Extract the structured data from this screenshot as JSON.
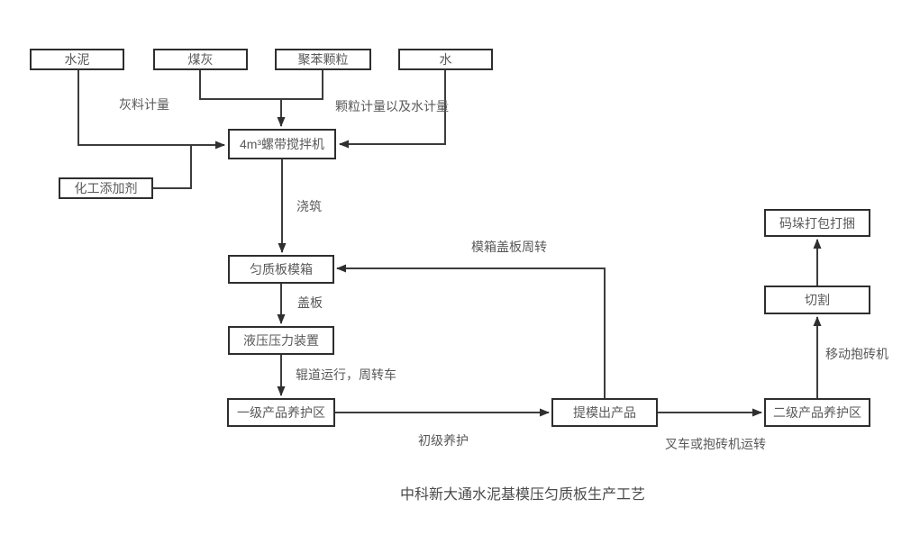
{
  "diagram": {
    "title": "中科新大通水泥基模压匀质板生产工艺",
    "nodes": [
      {
        "id": "cement",
        "label": "水泥"
      },
      {
        "id": "coal-ash",
        "label": "煤灰"
      },
      {
        "id": "polystyrene",
        "label": "聚苯颗粒"
      },
      {
        "id": "water",
        "label": "水"
      },
      {
        "id": "mixer",
        "label": "4m³螺带搅拌机"
      },
      {
        "id": "chemical-additive",
        "label": "化工添加剂"
      },
      {
        "id": "mold-box",
        "label": "匀质板模箱"
      },
      {
        "id": "hydraulic-press",
        "label": "液压压力装置"
      },
      {
        "id": "primary-curing",
        "label": "一级产品养护区"
      },
      {
        "id": "demold-product",
        "label": "提模出产品"
      },
      {
        "id": "secondary-curing",
        "label": "二级产品养护区"
      },
      {
        "id": "cutting",
        "label": "切割"
      },
      {
        "id": "stack-pack",
        "label": "码垛打包打捆"
      }
    ],
    "edge_labels": [
      {
        "id": "ash-metering",
        "label": "灰料计量"
      },
      {
        "id": "particle-water-metering",
        "label": "颗粒计量以及水计量"
      },
      {
        "id": "pouring",
        "label": "浇筑"
      },
      {
        "id": "mold-cover-turnover",
        "label": "模箱盖板周转"
      },
      {
        "id": "cover-plate",
        "label": "盖板"
      },
      {
        "id": "roller-transfer",
        "label": "辊道运行，周转车"
      },
      {
        "id": "primary-cure",
        "label": "初级养护"
      },
      {
        "id": "forklift-transfer",
        "label": "叉车或抱砖机运转"
      },
      {
        "id": "mobile-brick-clamp",
        "label": "移动抱砖机"
      }
    ],
    "colors": {
      "background": "#ffffff",
      "line": "#3c3c3c",
      "box_border": "#2e2e2e",
      "text": "#595959",
      "title_text": "#4a4a4a"
    }
  }
}
